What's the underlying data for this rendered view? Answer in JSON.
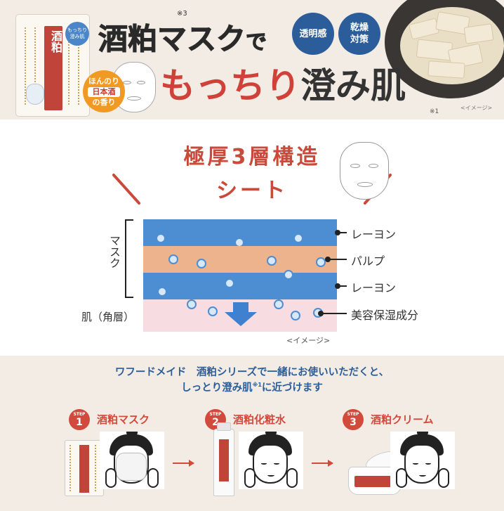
{
  "hero": {
    "title_main": "酒粕マスク",
    "title_suffix": "で",
    "title_note": "※3",
    "subtitle_red": "もっちり",
    "subtitle_dark": "澄み肌",
    "subtitle_note": "※1",
    "image_label": "<イメージ>",
    "badges": [
      "透明感",
      "乾燥\n対策"
    ],
    "badge_orange": [
      "ほんのり",
      "日本酒",
      "の香り"
    ],
    "pack_band": "酒粕",
    "pack_bubble": "もっちり 澄み肌"
  },
  "structure": {
    "title_line1": "極厚3層構造",
    "title_line2": "シート",
    "mask_label": "マスク",
    "skin_label": "肌（角層）",
    "layer_labels": [
      "レーヨン",
      "パルプ",
      "レーヨン",
      "美容保湿成分"
    ],
    "image_note": "<イメージ>"
  },
  "steps": {
    "intro_line1": "ワフードメイド　酒粕シリーズで一緒にお使いいただくと、",
    "intro_line2": "しっとり澄み肌",
    "intro_note": "※1",
    "intro_line2_end": "に近づけます",
    "items": [
      {
        "step": "STEP",
        "num": "1",
        "name": "酒粕マスク"
      },
      {
        "step": "STEP",
        "num": "2",
        "name": "酒粕化粧水"
      },
      {
        "step": "STEP",
        "num": "3",
        "name": "酒粕クリーム"
      }
    ]
  },
  "colors": {
    "accent_red": "#c94a3b",
    "accent_blue": "#2a5d9a",
    "layer_blue": "#4c8ed1",
    "layer_orange": "#edb38d",
    "layer_pink": "#f7dde1",
    "badge_orange": "#f19a23"
  }
}
